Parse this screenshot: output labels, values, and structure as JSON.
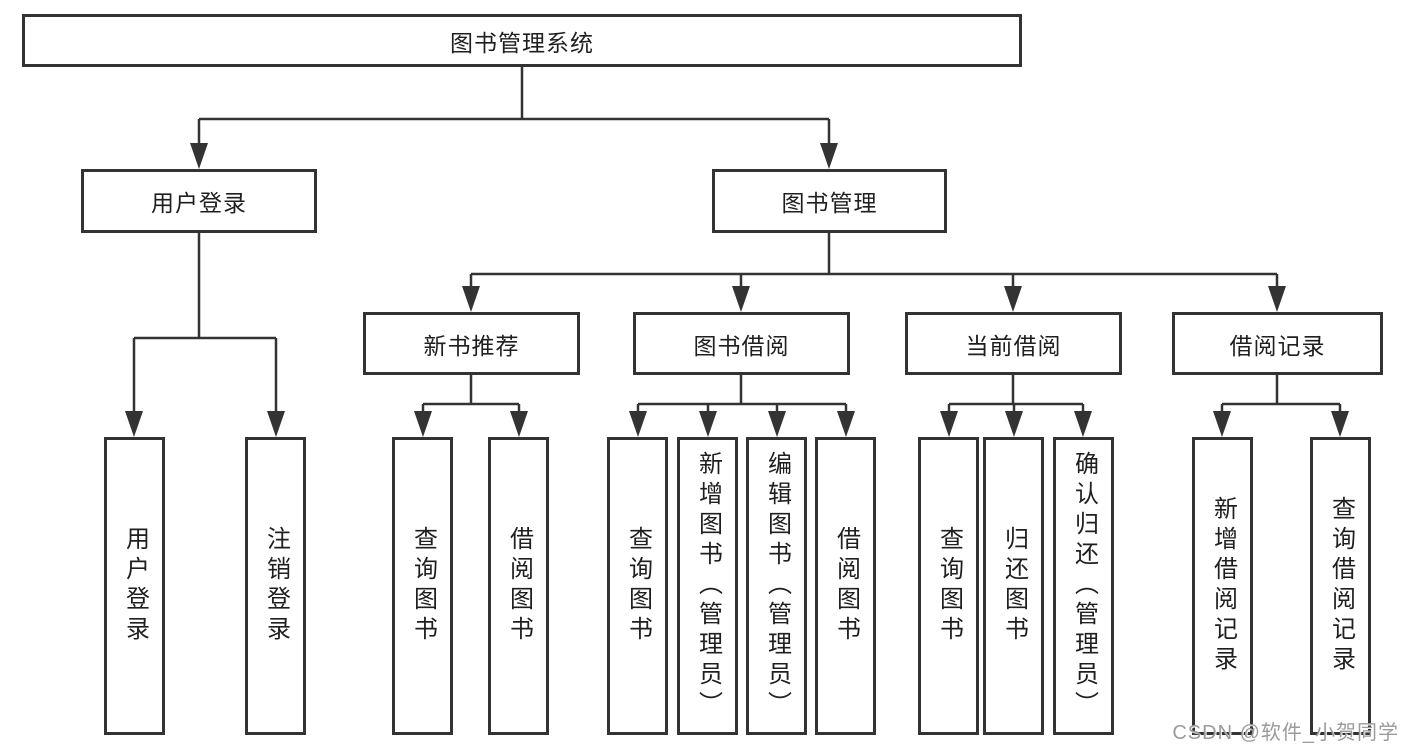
{
  "page": {
    "background": "#ffffff"
  },
  "colors": {
    "line": "#333333",
    "box_border": "#333333",
    "text": "#1f1f1f",
    "watermark": "#9b9b9b"
  },
  "diagram_type": "hierarchy-tree",
  "tree": {
    "root": {
      "label": "图书管理系统"
    },
    "level2": [
      {
        "label": "用户登录"
      },
      {
        "label": "图书管理"
      }
    ],
    "level3": [
      {
        "label": "新书推荐",
        "parent": "图书管理"
      },
      {
        "label": "图书借阅",
        "parent": "图书管理"
      },
      {
        "label": "当前借阅",
        "parent": "图书管理"
      },
      {
        "label": "借阅记录",
        "parent": "图书管理"
      }
    ],
    "leaves": [
      {
        "label": "用户登录",
        "parent": "用户登录"
      },
      {
        "label": "注销登录",
        "parent": "用户登录"
      },
      {
        "label": "查询图书",
        "parent": "新书推荐"
      },
      {
        "label": "借阅图书",
        "parent": "新书推荐"
      },
      {
        "label": "查询图书",
        "parent": "图书借阅"
      },
      {
        "label": "新增图书（管理员）",
        "parent": "图书借阅"
      },
      {
        "label": "编辑图书（管理员）",
        "parent": "图书借阅"
      },
      {
        "label": "借阅图书",
        "parent": "图书借阅"
      },
      {
        "label": "查询图书",
        "parent": "当前借阅"
      },
      {
        "label": "归还图书",
        "parent": "当前借阅"
      },
      {
        "label": "确认归还（管理员）",
        "parent": "当前借阅"
      },
      {
        "label": "新增借阅记录",
        "parent": "借阅记录"
      },
      {
        "label": "查询借阅记录",
        "parent": "借阅记录"
      }
    ]
  },
  "watermark": {
    "text": "CSDN @软件_小贺同学"
  }
}
